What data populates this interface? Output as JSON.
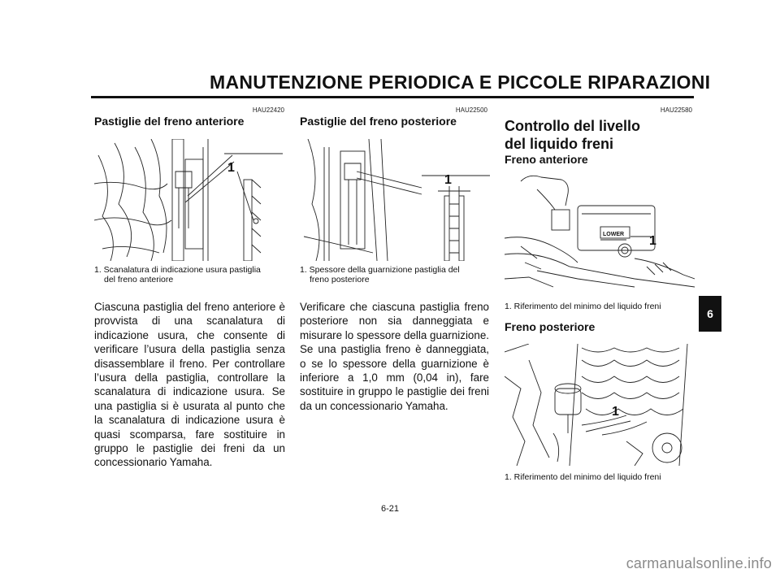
{
  "header": {
    "title": "MANUTENZIONE PERIODICA E PICCOLE RIPARAZIONI"
  },
  "col1": {
    "code": "HAU22420",
    "heading": "Pastiglie del freno anteriore",
    "callout": "1",
    "caption_line1": "1. Scanalatura di indicazione usura pastiglia",
    "caption_line2": "del freno anteriore",
    "body": "Ciascuna pastiglia del freno anteriore è provvista di una scanalatura di indicazione usura, che consente di verificare l’usura della pastiglia senza disassemblare il freno. Per controllare l’usura della pastiglia, controllare la scanalatura di indicazione usura. Se una pastiglia si è usurata al punto che la scanalatura di indicazione usura è quasi scomparsa, fare sostituire in gruppo le pastiglie dei freni da un concessionario Yamaha."
  },
  "col2": {
    "code": "HAU22500",
    "heading": "Pastiglie del freno posteriore",
    "callout": "1",
    "caption_line1": "1. Spessore della guarnizione pastiglia del",
    "caption_line2": "freno posteriore",
    "body": "Verificare che ciascuna pastiglia freno posteriore non sia danneggiata e misurare lo spessore della guarnizione. Se una pastiglia freno è danneggiata, o se lo spessore della guarnizione è inferiore a 1,0 mm (0,04 in), fare sostituire in gruppo le pastiglie dei freni da un concessionario Yamaha."
  },
  "col3": {
    "code": "HAU22580",
    "heading_line1": "Controllo del livello",
    "heading_line2": "del liquido freni",
    "sub1": "Freno anteriore",
    "fig1_label": "LOWER",
    "callout1": "1",
    "caption1": "1. Riferimento del minimo del liquido freni",
    "sub2": "Freno posteriore",
    "callout2": "1",
    "caption2": "1. Riferimento del minimo del liquido freni"
  },
  "side_tab": "6",
  "page_number": "6-21",
  "watermark": "carmanualsonline.info"
}
